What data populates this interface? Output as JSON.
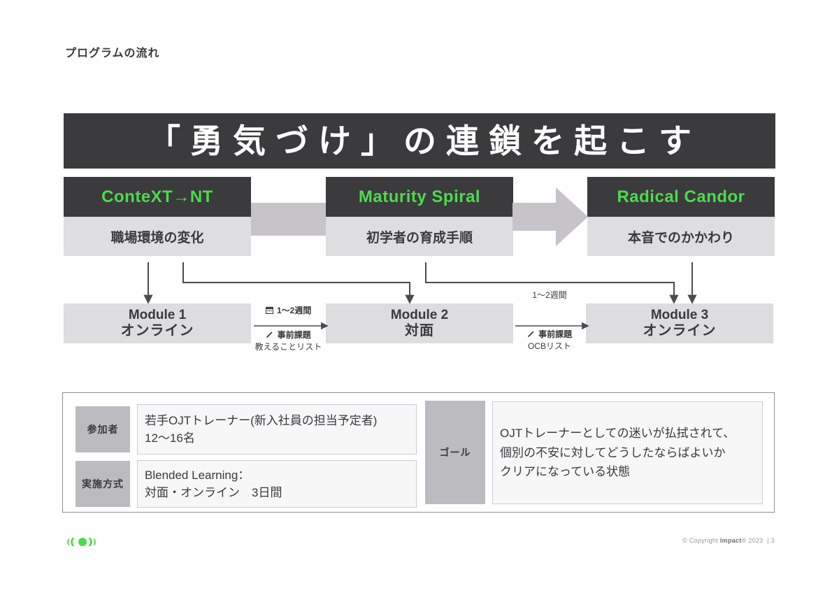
{
  "page": {
    "title": "プログラムの流れ",
    "banner": "「勇気づけ」の連鎖を起こす"
  },
  "colors": {
    "dark": "#3b3a3c",
    "green": "#4cdb4c",
    "light_gray": "#dedee0",
    "mid_gray": "#bcbcc0",
    "arrow_gray": "#c6c4c9"
  },
  "pillars": [
    {
      "title": "ConteXT→NT",
      "subtitle": "職場環境の変化"
    },
    {
      "title": "Maturity Spiral",
      "subtitle": "初学者の育成手順"
    },
    {
      "title": "Radical Candor",
      "subtitle": "本音でのかかわり"
    }
  ],
  "connectors_top": [
    {
      "kind": "bar-connector"
    },
    {
      "kind": "block-arrow-right"
    }
  ],
  "modules": [
    {
      "en": "Module 1",
      "ja": "オンライン"
    },
    {
      "en": "Module 2",
      "ja": "対面"
    },
    {
      "en": "Module 3",
      "ja": "オンライン"
    }
  ],
  "gaps": [
    {
      "duration": "1〜2週間",
      "duration_icon": "calendar-icon",
      "task_label": "事前課題",
      "task_icon": "pencil-icon",
      "task_detail": "教えることリスト"
    },
    {
      "duration": "1〜2週間",
      "duration_icon": "",
      "task_label": "事前課題",
      "task_icon": "pencil-icon",
      "task_detail": "OCBリスト"
    }
  ],
  "info": {
    "participants": {
      "label": "参加者",
      "line1": "若手OJTトレーナー(新入社員の担当予定者)",
      "line2": "12〜16名"
    },
    "format": {
      "label": "実施方式",
      "line1": "Blended Learning：",
      "line2": "対面・オンライン　3日間"
    },
    "goal": {
      "label": "ゴール",
      "line1": "OJTトレーナーとしての迷いが払拭されて、",
      "line2": "個別の不安に対してどうしたならばよいか",
      "line3": "クリアになっている状態"
    }
  },
  "footer": {
    "logo": "impact-wave-logo",
    "copyright_prefix": "© Copyright ",
    "brand": "Impact",
    "copyright_suffix": "® 2023",
    "separator": "|",
    "page_number": "3"
  }
}
